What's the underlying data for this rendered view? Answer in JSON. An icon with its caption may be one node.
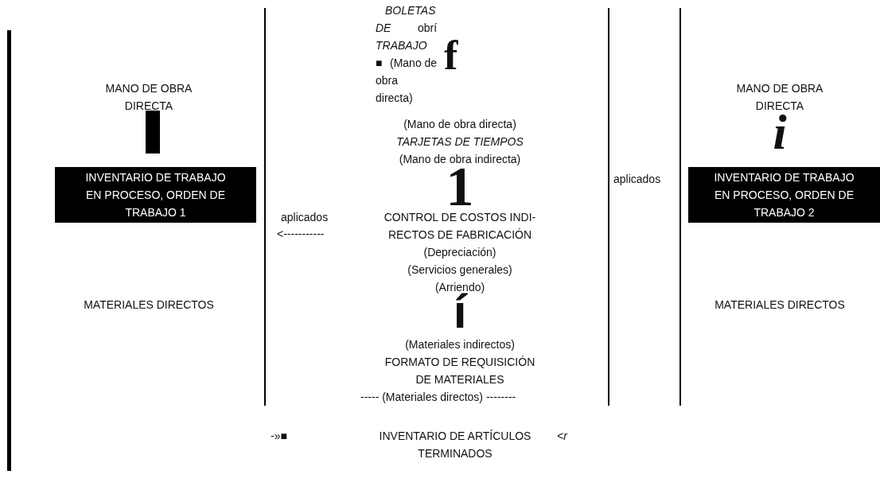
{
  "diagram": {
    "nodes": [
      {
        "text": [
          "INVENTARIO DE TRABAJO EN PROCESO, ORDEN DE TRABAJO 1"
        ]
      },
      {
        "text": [
          "INVENTARIO DE TRABAJO EN PROCESO, ORDEN DE TRABAJO 2"
        ]
      }
    ],
    "edges": [],
    "labels": [
      "BOLETAS",
      "DE",
      "obrí",
      "TRABAJO",
      "f",
      "■",
      "(Mano de",
      "obra",
      "MANO DE OBRA DIRECTA",
      "MANO DE OBRA DIRECTA",
      "directa)",
      "(Mano de obra directa)",
      "i",
      "TARJETAS DE TIEMPOS",
      "(Mano de obra indirecta)",
      "1",
      "aplicados",
      "aplicados",
      "CONTROL DE COSTOS INDI- RECTOS DE FABRICACIÓN",
      "<-----------",
      "(Depreciación)",
      "(Servicios generales)",
      "(Arriendo)",
      "MATERIALES DIRECTOS",
      "MATERIALES DIRECTOS",
      "í",
      "(Materiales indirectos)",
      "FORMATO DE REQUISICIÓN DE MATERIALES",
      "----- (Materiales directos) --------",
      "-»■",
      "INVENTARIO DE ARTÍCULOS TERMINADOS",
      "<r"
    ]
  }
}
